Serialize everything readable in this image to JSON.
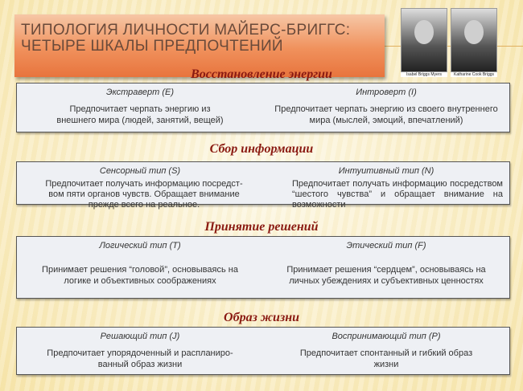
{
  "title": "ТИПОЛОГИЯ ЛИЧНОСТИ МАЙЕРС-БРИГГС: ЧЕТЫРЕ ШКАЛЫ ПРЕДПОЧТЕНИЙ",
  "photos": [
    {
      "caption": "Isabel Briggs Myers"
    },
    {
      "caption": "Katharine Cook Briggs"
    }
  ],
  "sections": [
    {
      "title": "Восстановление  энергии",
      "left": {
        "type": "Экстраверт (E)",
        "text": "Предпочитает черпать энергию из внешнего мира (людей, занятий, вещей)"
      },
      "right": {
        "type": "Интроверт (I)",
        "text": "Предпочитает черпать энергию из своего внутреннего мира (мыслей, эмоций, впечатлений)"
      }
    },
    {
      "title": "Сбор информации",
      "left": {
        "type": "Сенсорный тип (S)",
        "text": "Предпочитает получать информацию посредст-вом пяти органов чувств. Обращает внимание прежде всего на реальное."
      },
      "right": {
        "type": "Интуитивный тип (N)",
        "text": "Предпочитает получать информацию посредством “шестого чувства” и обращает внимание на возможности"
      }
    },
    {
      "title": "Принятие  решений",
      "left": {
        "type": "Логический тип (T)",
        "text": "Принимает решения “головой”, основываясь на логике и объективных соображениях"
      },
      "right": {
        "type": "Этический тип (F)",
        "text": "Принимает решения “сердцем”, основываясь на личных убеждениях и субъективных ценностях"
      }
    },
    {
      "title": "Образ  жизни",
      "left": {
        "type": "Решающий тип (J)",
        "text": "Предпочитает упорядоченный и распланиро-ванный образ жизни"
      },
      "right": {
        "type": "Воспринимающий тип (P)",
        "text": "Предпочитает спонтанный и гибкий образ жизни"
      }
    }
  ]
}
